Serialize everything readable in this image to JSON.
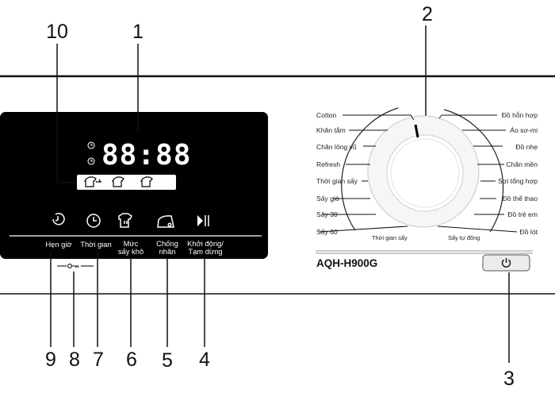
{
  "callouts": {
    "n1": "1",
    "n2": "2",
    "n3": "3",
    "n4": "4",
    "n5": "5",
    "n6": "6",
    "n7": "7",
    "n8": "8",
    "n9": "9",
    "n10": "10"
  },
  "display": {
    "digits": "88:88"
  },
  "buttons": [
    {
      "icon": "delay-timer-icon",
      "label": [
        "Hẹn giờ"
      ]
    },
    {
      "icon": "clock-icon",
      "label": [
        "Thời gian"
      ]
    },
    {
      "icon": "dryness-shirt-icon",
      "label": [
        "Mức",
        "sấy khô"
      ]
    },
    {
      "icon": "iron-icon",
      "label": [
        "Chống",
        "nhăn"
      ]
    },
    {
      "icon": "play-pause-icon",
      "label": [
        "Khởi động/",
        "Tạm dừng"
      ]
    }
  ],
  "child_lock": {
    "icon": "key-icon"
  },
  "dial": {
    "left_programs": [
      "Cotton",
      "Khăn tắm",
      "Chăn lông vũ",
      "Refresh",
      "Thời gian sấy",
      "Sấy gió",
      "Sấy 30",
      "Sấy 60"
    ],
    "right_programs": [
      "Đồ hỗn hợp",
      "Áo sơ-mi",
      "Đồ nhẹ",
      "Chăn mền",
      "Sợi tổng hợp",
      "Đồ thể thao",
      "Đồ trẻ em",
      "Đồ lót"
    ],
    "left_group": "Thời gian sấy",
    "right_group": "Sấy tự động"
  },
  "model": "AQH-H900G",
  "power": {
    "icon": "power-icon"
  },
  "colors": {
    "panel": "#000000",
    "text": "#ffffff",
    "line": "#111111"
  }
}
